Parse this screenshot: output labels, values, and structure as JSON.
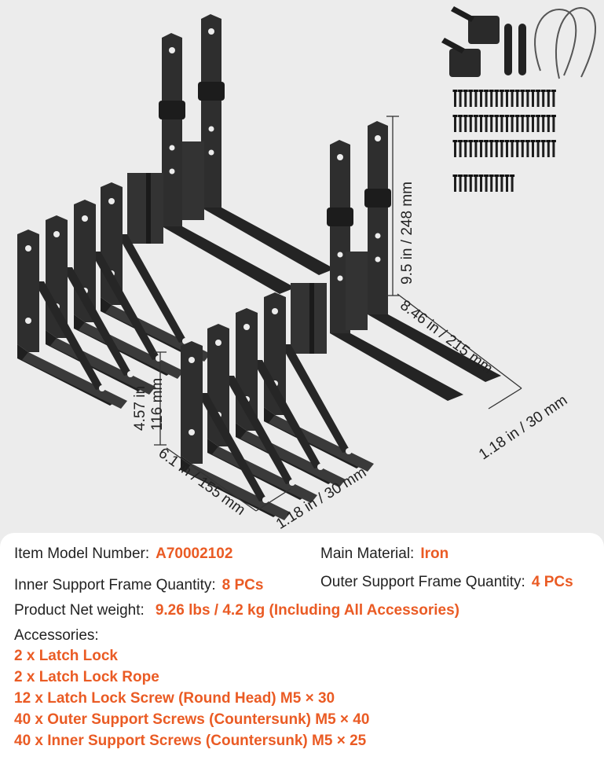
{
  "dimensions": {
    "outer_height": "9.5 in / 248 mm",
    "outer_length": "8.46 in / 215 mm",
    "outer_width": "1.18 in / 30 mm",
    "inner_height_in": "4.57 in",
    "inner_height_mm": "116 mm",
    "inner_length": "6.1 in / 155 mm",
    "inner_width": "1.18 in / 30 mm"
  },
  "specs": {
    "model_label": "Item Model Number:",
    "model_value": "A70002102",
    "material_label": "Main Material:",
    "material_value": "Iron",
    "inner_qty_label": "Inner Support Frame Quantity:",
    "inner_qty_value": "8 PCs",
    "outer_qty_label": "Outer Support Frame Quantity:",
    "outer_qty_value": "4 PCs",
    "weight_label": "Product Net weight:",
    "weight_value": "9.26 lbs / 4.2 kg (Including All Accessories)",
    "accessories_label": "Accessories:",
    "accessories": [
      "2 x Latch Lock",
      "2 x Latch Lock Rope",
      "12 x Latch Lock Screw (Round Head) M5 × 30",
      "40 x Outer Support Screws (Countersunk) M5 × 40",
      "40 x Inner Support Screws (Countersunk) M5 × 25"
    ]
  },
  "colors": {
    "accent": "#ea5b24",
    "metal": "#2b2b2b",
    "panel": "#ffffff",
    "background": "#ececec"
  }
}
